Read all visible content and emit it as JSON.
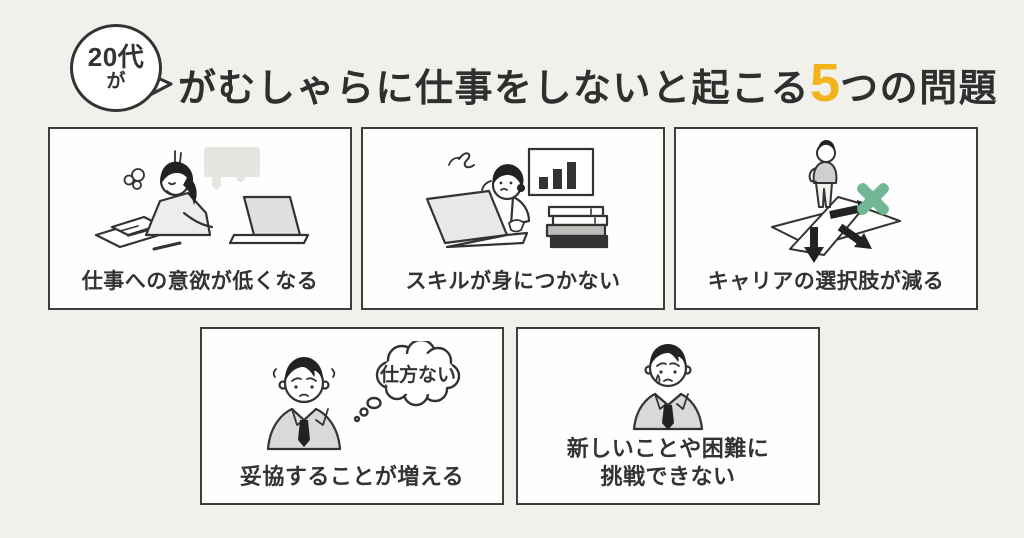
{
  "page": {
    "background_color": "#f2f0eb",
    "accent_yellow": "#f1b41c",
    "accent_green": "#6fb795",
    "card_border_color": "#3d3d3d"
  },
  "header": {
    "bubble": {
      "line1": "20代",
      "line2": "が"
    },
    "title": {
      "prefix": "がむしゃらに仕事をしないと起こる",
      "highlight": "5",
      "suffix": "つの問題"
    }
  },
  "cards": [
    {
      "caption": "仕事への意欲が低くなる",
      "illustration": "slumped-woman-at-desk-with-laptop-sighing"
    },
    {
      "caption": "スキルが身につかない",
      "illustration": "confused-person-at-laptop-with-bar-chart-and-books"
    },
    {
      "caption": "キャリアの選択肢が減る",
      "illustration": "person-at-crossroads-arrows-one-path-crossed-out"
    },
    {
      "caption": "妥協することが増える",
      "bubble_text": "仕方ない",
      "illustration": "sweating-businessman-with-thought-bubble"
    },
    {
      "caption_line1": "新しいことや困難に",
      "caption_line2": "挑戦できない",
      "illustration": "sad-businessman-with-tear"
    }
  ]
}
